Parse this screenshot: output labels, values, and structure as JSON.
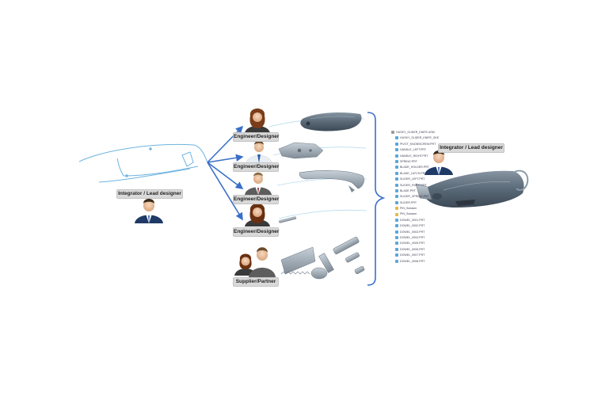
{
  "diagram": {
    "left_role": {
      "label": "Integrator / Lead designer"
    },
    "right_role": {
      "label": "Integrator / Lead designer"
    },
    "team": [
      {
        "id": "engineer-1",
        "label": "Engineer/Designer",
        "part": "knife-handle"
      },
      {
        "id": "engineer-2",
        "label": "Engineer/Designer",
        "part": "blade-slider"
      },
      {
        "id": "engineer-3",
        "label": "Engineer/Designer",
        "part": "belt-clip"
      },
      {
        "id": "engineer-4",
        "label": "Engineer/Designer",
        "part": "spring-pin"
      },
      {
        "id": "supplier",
        "label": "Supplier/Partner",
        "part": "fasteners"
      }
    ],
    "assembly_tree": {
      "root": "HUSKY_SLIDER_KNIFE.ASM",
      "items": [
        "HUSKY_SLIDER_KNIFE_SKEL.PRT",
        "PIVOT_KNOB/SCREW.PRT",
        "HANDLE_LEFT.PRT",
        "HANDLE_RIGHT.PRT",
        "SPRING.PRT",
        "BLADE_HOLDER.PRT",
        "BLADE_LATCH.PRT",
        "SLIDER_LEFT.PRT",
        "SLIDER_RIGHT.PRT",
        "BLADE.PRT",
        "SLIDER_SPRING.PRT",
        "SLIDER.PRT",
        "PIN_Subasm",
        "PIN_Subasm",
        "DOWEL_0001.PRT",
        "DOWEL_0002.PRT",
        "DOWEL_0003.PRT",
        "DOWEL_0004.PRT",
        "DOWEL_0005.PRT",
        "DOWEL_0006.PRT",
        "DOWEL_0007.PRT",
        "DOWEL_0008.PRT"
      ]
    },
    "colors": {
      "arrow": "#3a6fc9",
      "sketch": "#6fb4e0",
      "bracket": "#3a6fc9",
      "part": "#4f6070",
      "part_light": "#8a9aa8",
      "label_bg": "#d9d9d9"
    }
  }
}
